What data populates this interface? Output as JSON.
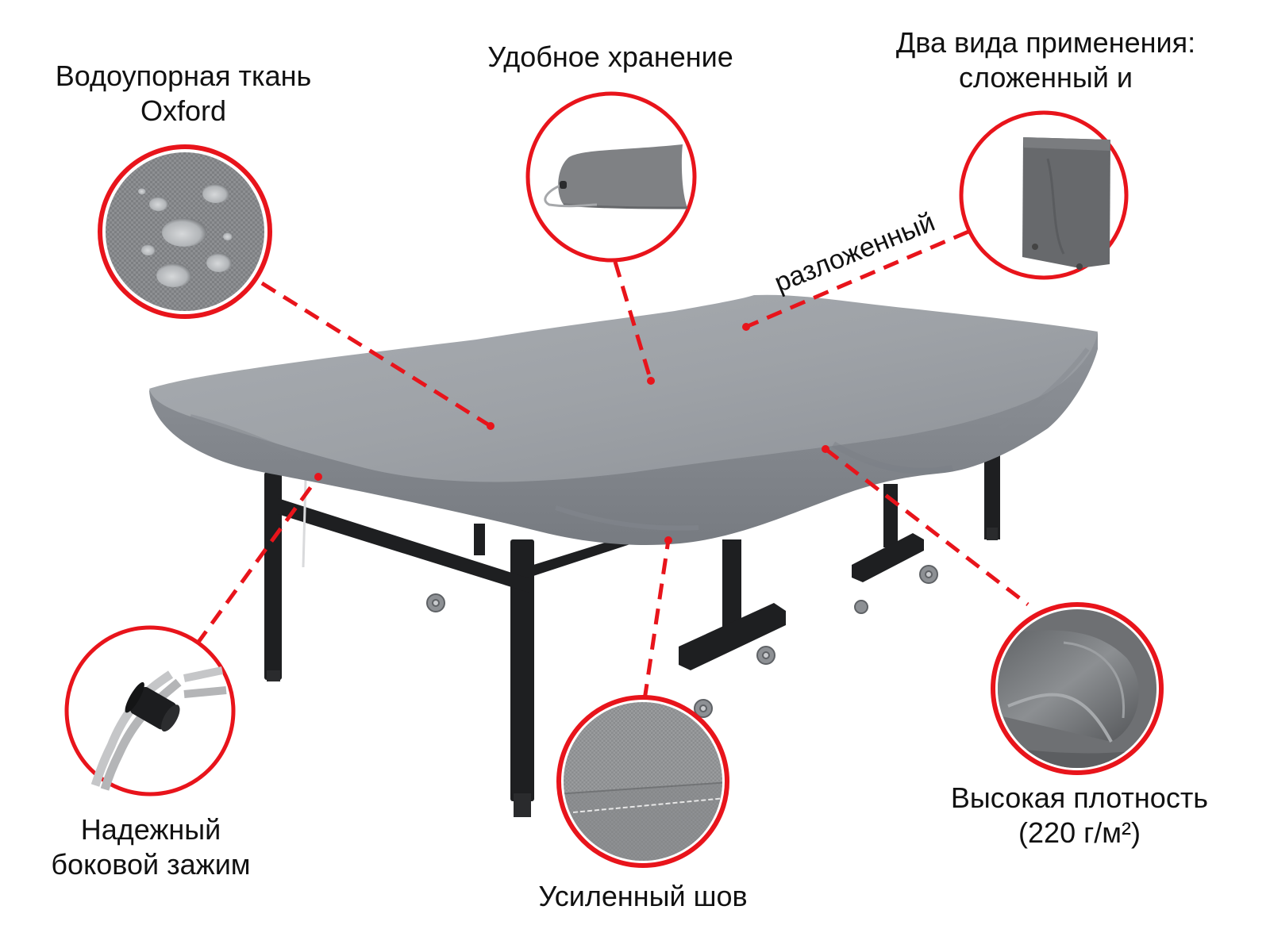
{
  "theme": {
    "accent_red": "#e8141b",
    "cover_gray": "#9a9ea3",
    "cover_gray_dark": "#7c8086",
    "frame_black": "#1e1f21",
    "background": "#ffffff"
  },
  "product": "Чехол для теннисного стола",
  "callouts": {
    "waterproof": {
      "line1": "Водоупорная ткань",
      "line2": "Oxford",
      "icon": "water-droplets-fabric"
    },
    "storage": {
      "line1": "Удобное хранение",
      "icon": "storage-bag"
    },
    "two_modes": {
      "line1": "Два вида применения:",
      "line2": "сложенный и",
      "line3": "разложенный",
      "icon": "folded-table-cover"
    },
    "side_clamp": {
      "line1": "Надежный",
      "line2": "боковой зажим",
      "icon": "cord-lock-clamp"
    },
    "seam": {
      "line1": "Усиленный шов",
      "icon": "reinforced-stitching"
    },
    "density": {
      "line1": "Высокая плотность",
      "line2": "(220 г/м²)",
      "icon": "dense-fabric-fold"
    }
  }
}
